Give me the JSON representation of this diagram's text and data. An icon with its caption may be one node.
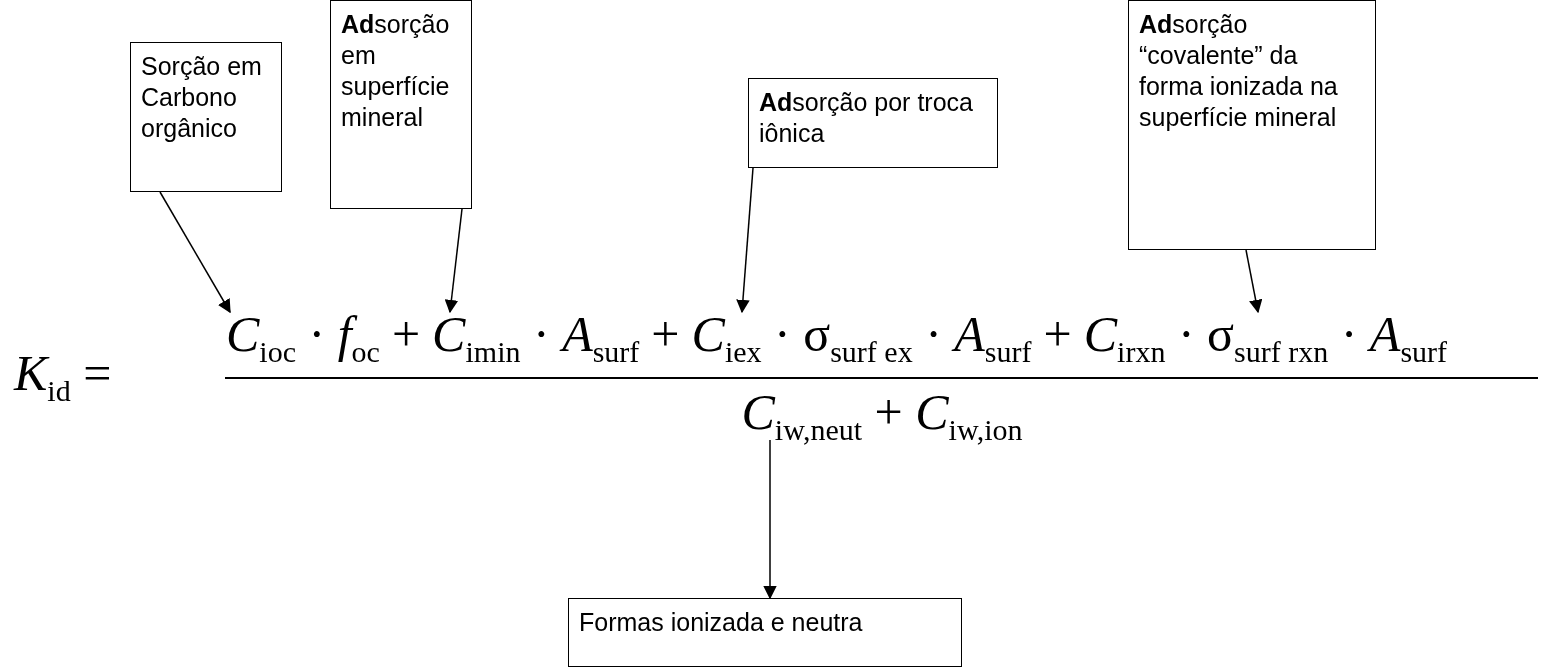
{
  "diagram": {
    "nodes": [
      {
        "text": [
          "Sorção em Carbono orgânico"
        ]
      },
      {
        "text": [
          "**Ad**sorção em superfície mineral"
        ]
      },
      {
        "text": [
          "**Ad**sorção por troca iônica"
        ]
      },
      {
        "text": [
          "**Ad**sorção “covalente” da forma ionizada na superfície mineral"
        ]
      },
      {
        "text": [
          "*C*$_{ioc}$ · *f*$_{oc}$"
        ]
      },
      {
        "text": [
          "*C*$_{imin}$ · *A*$_{surf}$"
        ]
      },
      {
        "text": [
          "*C*$_{iex}$ · σ$_{surf ex}$ · *A*$_{surf}$"
        ]
      },
      {
        "text": [
          "*C*$_{irxn}$ · σ$_{surf rxn}$ · *A*$_{surf}$"
        ]
      },
      {
        "text": [
          "*C*$_{iw,neut}$ + *C*$_{iw,ion}$"
        ]
      },
      {
        "text": [
          "Formas ionizada e neutra"
        ]
      }
    ],
    "edges": [
      {
        "from": 0,
        "to": 4,
        "arrow": "to"
      },
      {
        "from": 1,
        "to": 5,
        "arrow": "to"
      },
      {
        "from": 2,
        "to": 6,
        "arrow": "to"
      },
      {
        "from": 3,
        "to": 7,
        "arrow": "to"
      },
      {
        "from": 8,
        "to": 9,
        "arrow": "to"
      }
    ],
    "labels": [
      "*K*$_{id}$ =",
      "+",
      "+",
      "+"
    ]
  }
}
